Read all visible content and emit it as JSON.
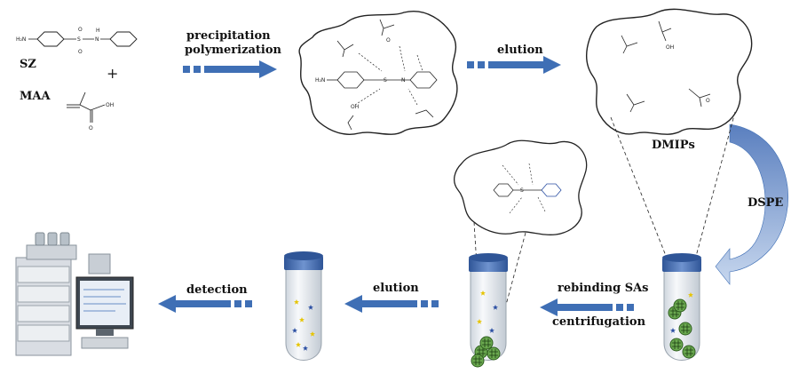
{
  "figure": {
    "reagents": {
      "sz_label": "SZ",
      "plus_sign": "+",
      "maa_label": "MAA"
    },
    "steps": {
      "polymerization_line1": "precipitation",
      "polymerization_line2": "polymerization",
      "elution_1": "elution",
      "dmips_label": "DMIPs",
      "dspe_label": "DSPE",
      "rebinding_line1": "rebinding SAs",
      "rebinding_line2": "centrifugation",
      "elution_2": "elution",
      "detection": "detection"
    },
    "atoms": {
      "h2n": "H₂N",
      "oh": "OH",
      "o": "O",
      "h": "H",
      "s": "S",
      "n": "N"
    },
    "colors": {
      "arrow_blue": "#3f6fb5",
      "dspe_arrow_top": "#5a7fbf",
      "dspe_arrow_bottom": "#c7d7ee",
      "cap_blue": "#4a6fb0",
      "particle_green": "#6aa84f",
      "polymer_outline": "#222222"
    }
  }
}
